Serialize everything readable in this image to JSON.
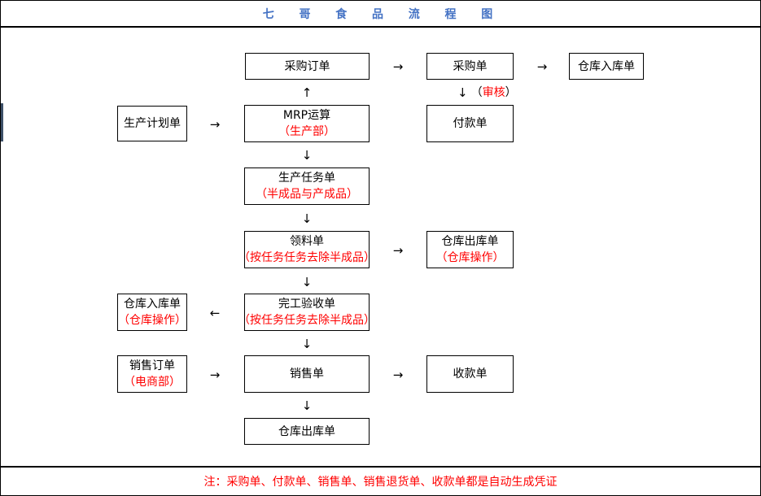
{
  "title": "七  哥  食  品  流  程  图",
  "glyphs": {
    "right": "→",
    "left": "←",
    "up": "↑",
    "down": "↓"
  },
  "audit": {
    "open": "（",
    "label": "审核",
    "close": "）"
  },
  "nodes": {
    "purchase_order": {
      "label": "采购订单"
    },
    "purchase": {
      "label": "采购单"
    },
    "warehouse_in_top": {
      "label": "仓库入库单"
    },
    "production_plan": {
      "label": "生产计划单"
    },
    "mrp": {
      "label": "MRP运算",
      "sub": "（生产部）"
    },
    "payment": {
      "label": "付款单"
    },
    "production_task": {
      "label": "生产任务单",
      "sub": "（半成品与产成品）"
    },
    "picking": {
      "label": "领料单",
      "sub": "（按任务任务去除半成品）"
    },
    "warehouse_out_mid": {
      "label": "仓库出库单",
      "sub": "（仓库操作）"
    },
    "warehouse_in_mid": {
      "label": "仓库入库单",
      "sub": "（仓库操作）"
    },
    "completion": {
      "label": "完工验收单",
      "sub": "（按任务任务去除半成品）"
    },
    "sales_order": {
      "label": "销售订单",
      "sub": "（电商部）"
    },
    "sales": {
      "label": "销售单"
    },
    "receipt": {
      "label": "收款单"
    },
    "warehouse_out_bottom": {
      "label": "仓库出库单"
    }
  },
  "footer": {
    "note": "注：采购单、付款单、销售单、销售退货单、收款单都是自动生成凭证"
  },
  "colors": {
    "title_blue": "#4472C4",
    "annotation_red": "#FF0000",
    "line_black": "#000000",
    "edge_artifact": "#3D5068"
  }
}
